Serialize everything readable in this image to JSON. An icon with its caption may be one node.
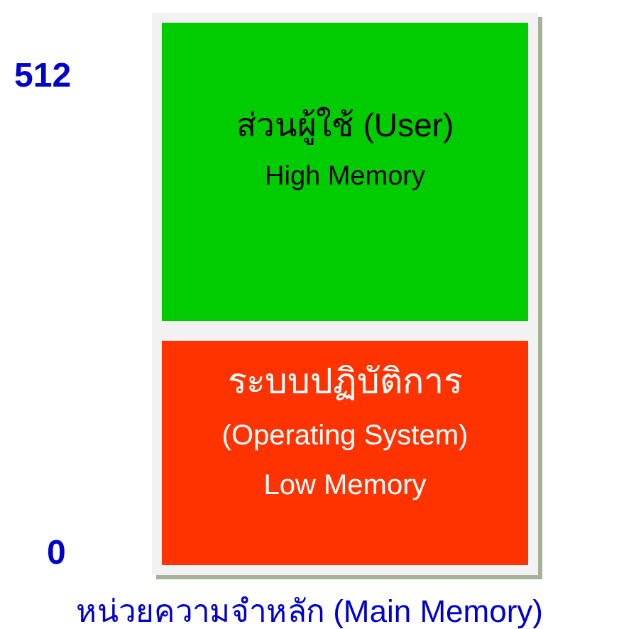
{
  "diagram": {
    "caption": "หน่วยความจำหลัก (Main Memory)",
    "nodes": [
      {
        "text": [
          "ส่วนผู้ใช้ (User)",
          "High Memory"
        ]
      },
      {
        "text": [
          "ระบบปฏิบัติการ",
          "(Operating System)",
          "Low Memory"
        ]
      }
    ],
    "labels": [
      "512",
      "0"
    ]
  }
}
